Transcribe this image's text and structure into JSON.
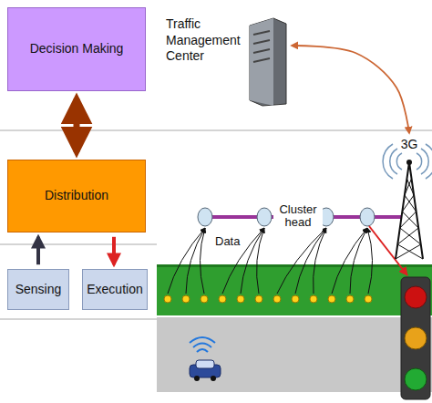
{
  "diagram": {
    "nodes": [
      {
        "text": [
          "Decision Making"
        ]
      },
      {
        "text": [
          "Traffic Management Center"
        ]
      },
      {
        "text": [
          "3G"
        ]
      },
      {
        "text": [
          "Distribution"
        ]
      },
      {
        "text": [
          "Sensing"
        ]
      },
      {
        "text": [
          "Execution"
        ]
      }
    ],
    "edges": [
      {
        "from": 0,
        "to": 3,
        "arrow": "both"
      },
      {
        "from": 1,
        "to": 2,
        "arrow": "both"
      },
      {
        "from": 4,
        "to": 3,
        "arrow": "to"
      },
      {
        "from": 3,
        "to": 5,
        "arrow": "to"
      }
    ],
    "labels": [
      "Cluster head",
      "Data"
    ]
  }
}
